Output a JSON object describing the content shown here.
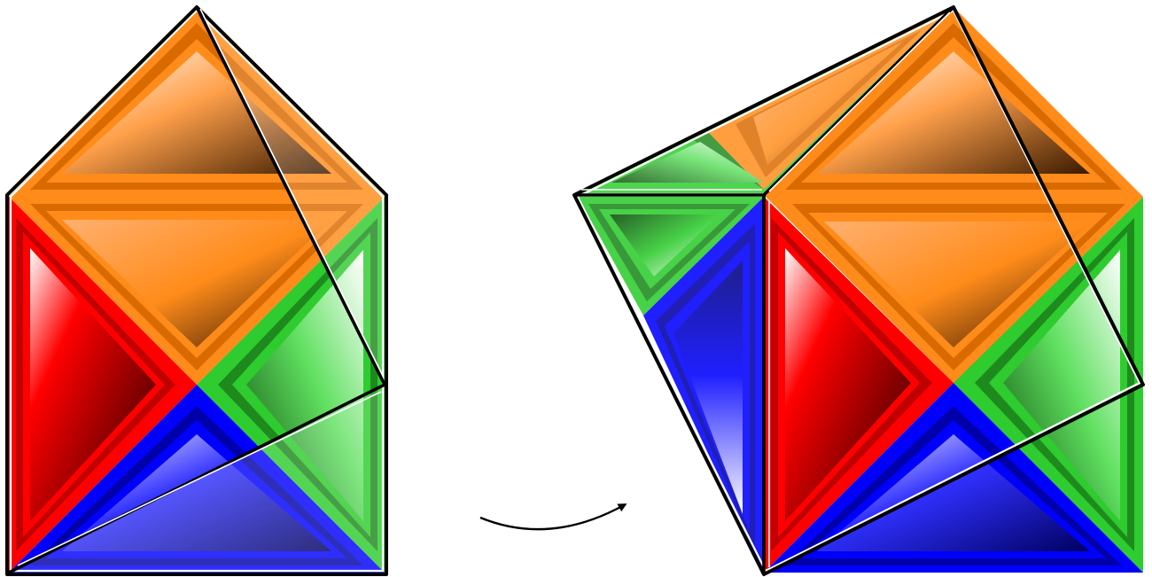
{
  "colors": {
    "orange": "#ff8c1a",
    "orange_dark": "#d96a00",
    "red": "#ff0000",
    "red_dark": "#c00000",
    "green": "#2ecc2e",
    "green_dark": "#1e8a1e",
    "blue": "#0000ff",
    "blue_dark": "#0000aa",
    "outline": "#000000"
  },
  "figures": [
    {
      "name": "house-shape-before",
      "pieces": [
        "orange-triangle-top",
        "orange-square",
        "red-triangle",
        "green-triangle",
        "blue-triangle",
        "green-triangle-small"
      ]
    },
    {
      "name": "square-after",
      "pieces": [
        "orange-square",
        "red-triangle",
        "green-triangle",
        "blue-triangle",
        "green-triangle-left",
        "blue-triangle-left",
        "orange-triangle-top"
      ]
    }
  ],
  "arrow": {
    "icon": "curved-arrow-icon",
    "direction": "right"
  }
}
